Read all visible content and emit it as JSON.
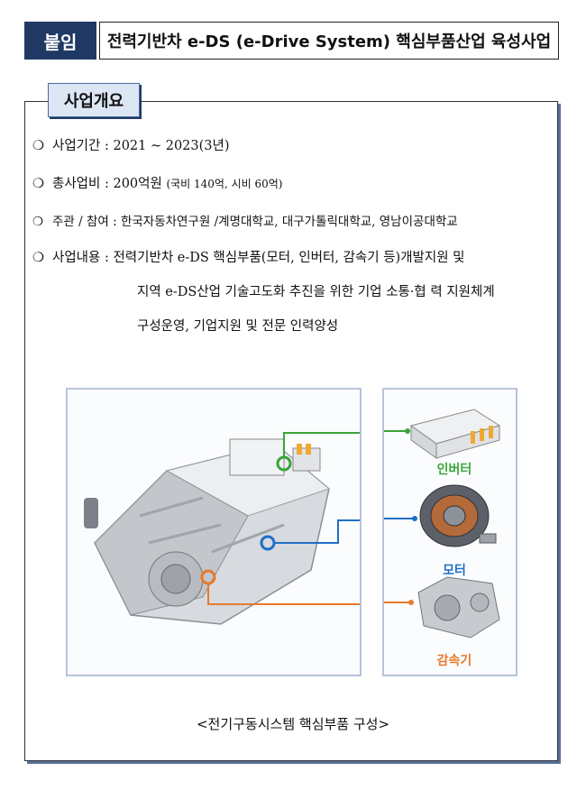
{
  "header": {
    "tag": "붙임",
    "title": "전력기반차 e-DS (e-Drive System) 핵심부품산업 육성사업"
  },
  "section": {
    "label": "사업개요"
  },
  "items": {
    "period": {
      "bullet": "❍",
      "text": "사업기간 : 2021 ~ 2023(3년)"
    },
    "budget": {
      "bullet": "❍",
      "text": "총사업비 : 200억원",
      "note": "(국비 140억, 시비 60억)"
    },
    "org": {
      "bullet": "❍",
      "text": "주관 / 참여 : 한국자동차연구원 /계명대학교, 대구가톨릭대학교, 영남이공대학교"
    },
    "content": {
      "bullet": "❍",
      "line1": "사업내용 : 전력기반차 e-DS 핵심부품(모터, 인버터, 감속기 등)개발지원 및",
      "line2": "지역 e-DS산업 기술고도화 추진을 위한 기업 소통·협 력 지원체계",
      "line3": "구성운영, 기업지원 및 전문 인력양성"
    }
  },
  "figure": {
    "labels": {
      "inverter": "인버터",
      "motor": "모터",
      "reducer": "감속기"
    },
    "colors": {
      "inverter": "#3aa53a",
      "motor": "#1f6fc5",
      "reducer": "#e8792a"
    },
    "caption": "<전기구동시스템 핵심부품 구성>"
  }
}
